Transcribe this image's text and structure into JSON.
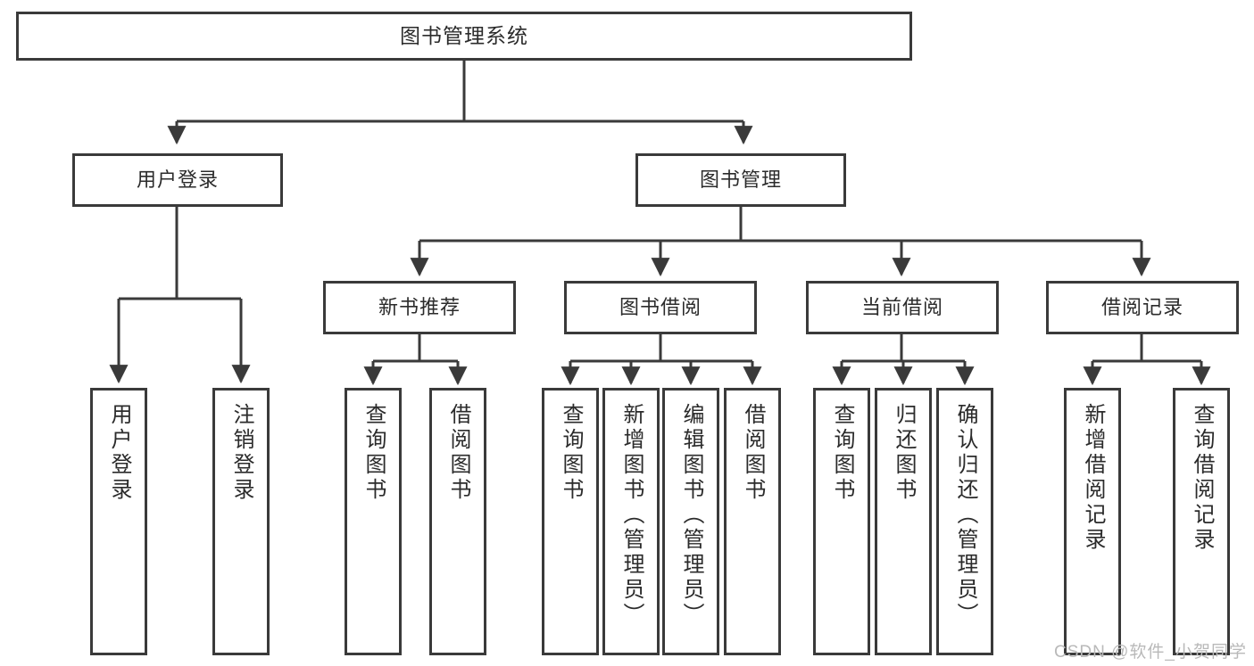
{
  "diagram": {
    "title": "图书管理系统",
    "watermark": "CSDN @软件_小贺同学",
    "colors": {
      "stroke": "#3a3a3a",
      "fill": "#ffffff",
      "text": "#2b2b2b",
      "watermark": "#b9b9b9"
    },
    "levels": {
      "root": {
        "label": "图书管理系统"
      },
      "level1": [
        {
          "label": "用户登录"
        },
        {
          "label": "图书管理"
        }
      ],
      "level2": [
        {
          "label": "新书推荐"
        },
        {
          "label": "图书借阅"
        },
        {
          "label": "当前借阅"
        },
        {
          "label": "借阅记录"
        }
      ],
      "leaves": {
        "user_login": [
          {
            "label": "用户登录"
          },
          {
            "label": "注销登录"
          }
        ],
        "new_book_recommend": [
          {
            "label": "查询图书"
          },
          {
            "label": "借阅图书"
          }
        ],
        "book_borrow": [
          {
            "label": "查询图书"
          },
          {
            "label": "新增图书（管理员）"
          },
          {
            "label": "编辑图书（管理员）"
          },
          {
            "label": "借阅图书"
          }
        ],
        "current_borrow": [
          {
            "label": "查询图书"
          },
          {
            "label": "归还图书"
          },
          {
            "label": "确认归还（管理员）"
          }
        ],
        "borrow_record": [
          {
            "label": "新增借阅记录"
          },
          {
            "label": "查询借阅记录"
          }
        ]
      }
    }
  }
}
